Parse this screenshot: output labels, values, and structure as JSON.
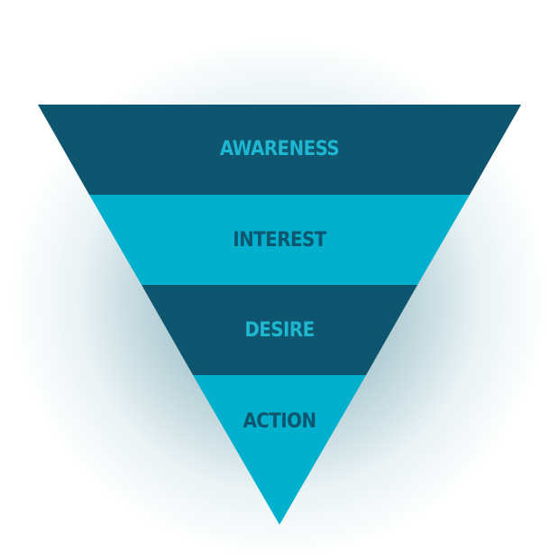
{
  "funnel": {
    "stages": [
      {
        "label": "AWARENESS",
        "fill": "#0e5670",
        "text_color": "#1fb6cf"
      },
      {
        "label": "INTEREST",
        "fill": "#00b0cc",
        "text_color": "#0e5670"
      },
      {
        "label": "DESIRE",
        "fill": "#0e5670",
        "text_color": "#1fb6cf"
      },
      {
        "label": "ACTION",
        "fill": "#00b0cc",
        "text_color": "#0e5670"
      }
    ]
  }
}
